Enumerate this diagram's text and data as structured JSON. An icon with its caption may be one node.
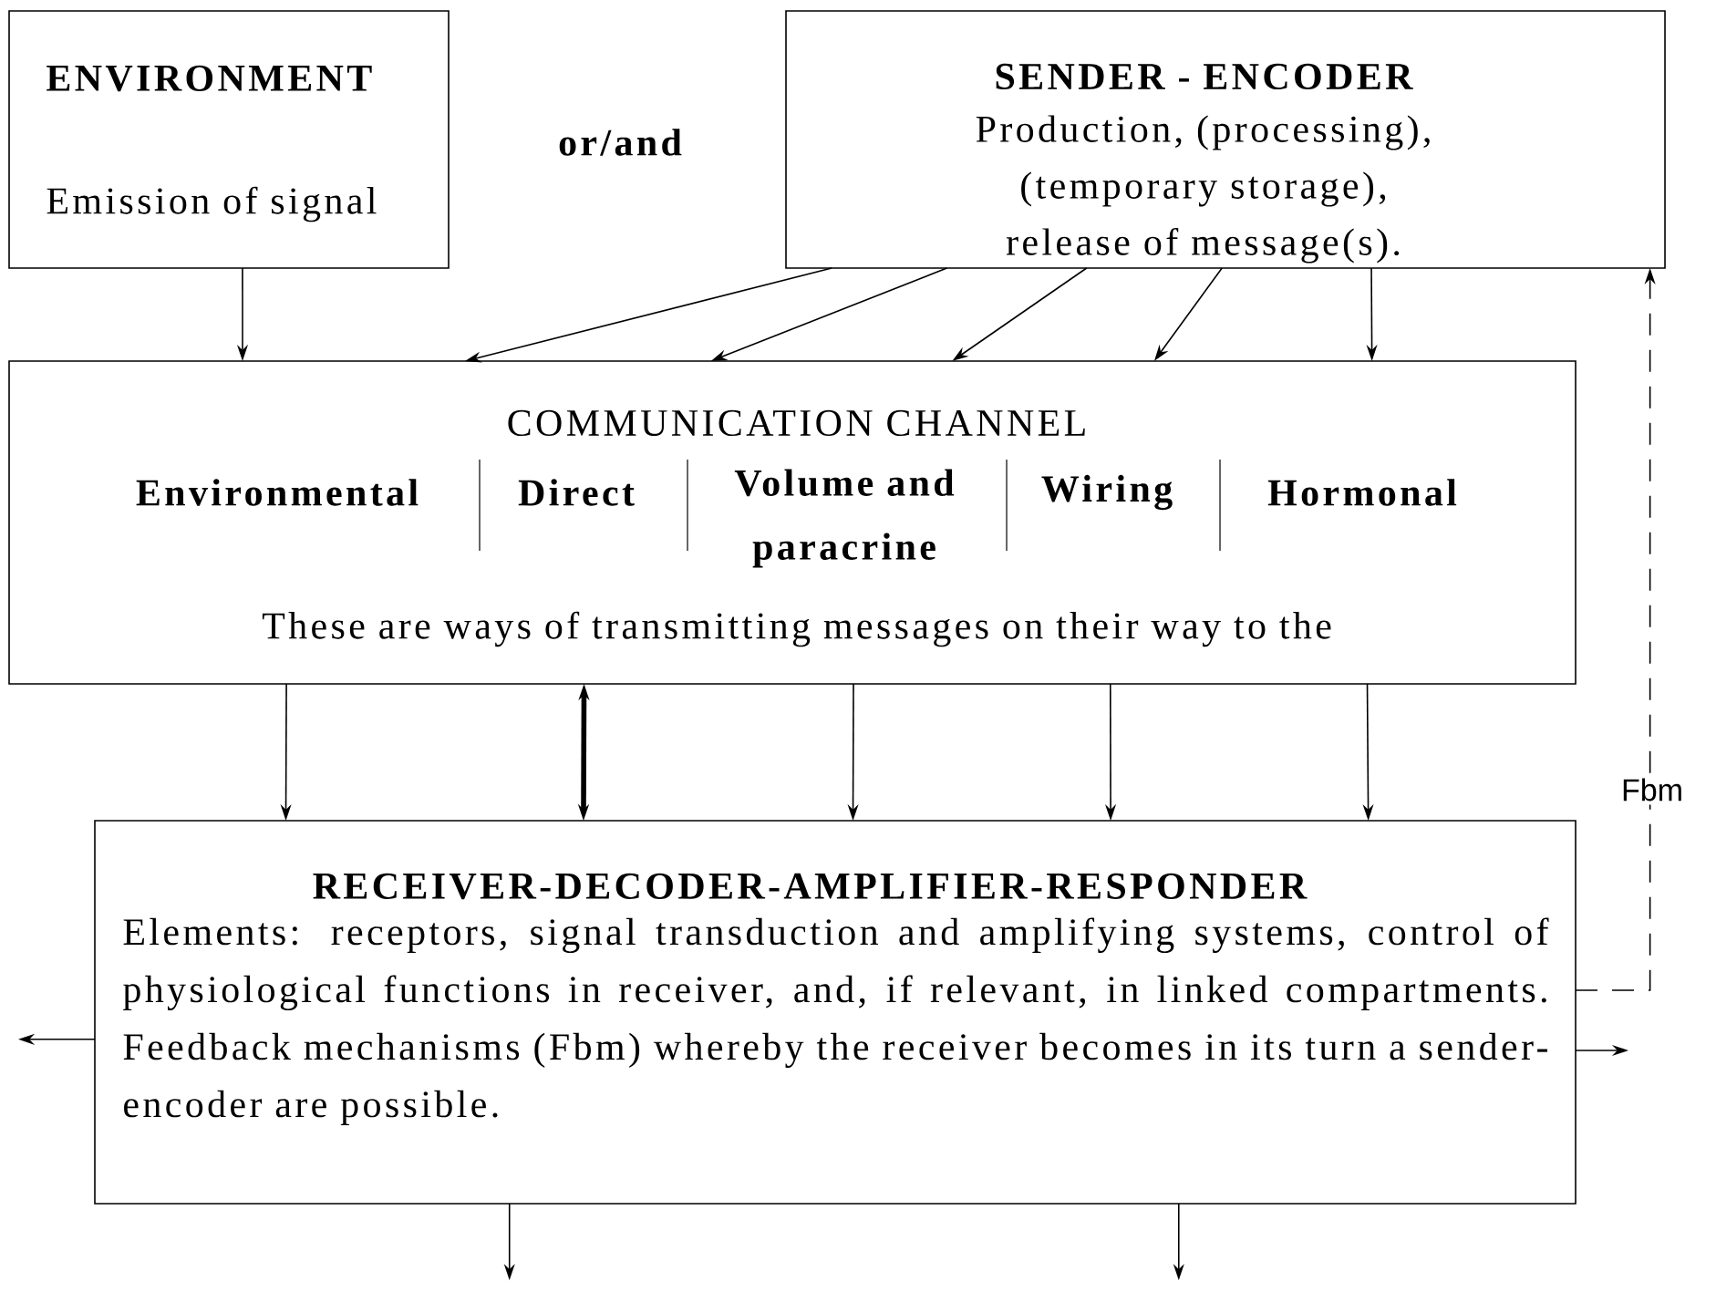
{
  "diagram": {
    "nodes": [
      {
        "text": [
          "ENVIRONMENT",
          "Emission of signal"
        ]
      },
      {
        "text": [
          "SENDER - ENCODER",
          "Production, (processing), (temporary storage), release of message(s)."
        ]
      },
      {
        "text": [
          "COMMUNICATION  CHANNEL",
          "Environmental",
          "Direct",
          "Volume and paracrine",
          "Wiring",
          "Hormonal",
          "These are ways of transmitting messages on their way to the"
        ]
      },
      {
        "text": [
          "RECEIVER-DECODER-AMPLIFIER-RESPONDER",
          "Elements: receptors, signal transduction and amplifying systems, control of physiological functions in receiver, and, if relevant, in linked compartments.  Feedback mechanisms (Fbm) whereby the receiver becomes in its turn a sender-encoder are possible."
        ]
      }
    ],
    "edges": [
      {
        "from": 0,
        "to": 2,
        "arrow": "to"
      },
      {
        "from": 1,
        "to": 2,
        "arrow": "to"
      },
      {
        "from": 1,
        "to": 2,
        "arrow": "to"
      },
      {
        "from": 1,
        "to": 2,
        "arrow": "to"
      },
      {
        "from": 1,
        "to": 2,
        "arrow": "to"
      },
      {
        "from": 1,
        "to": 2,
        "arrow": "to"
      },
      {
        "from": 2,
        "to": 3,
        "arrow": "to"
      },
      {
        "from": 2,
        "to": 3,
        "arrow": "both",
        "style": "thick"
      },
      {
        "from": 2,
        "to": 3,
        "arrow": "to"
      },
      {
        "from": 2,
        "to": 3,
        "arrow": "to"
      },
      {
        "from": 2,
        "to": 3,
        "arrow": "to"
      },
      {
        "from": 3,
        "to": 1,
        "arrow": "to",
        "style": "dashed",
        "label": "Fbm"
      },
      {
        "from": 3,
        "to": null,
        "arrow": "to"
      },
      {
        "from": 3,
        "to": null,
        "arrow": "to"
      },
      {
        "from": 3,
        "to": null,
        "arrow": "to"
      },
      {
        "from": 3,
        "to": null,
        "arrow": "to"
      }
    ],
    "labels": [
      "or/and"
    ]
  }
}
